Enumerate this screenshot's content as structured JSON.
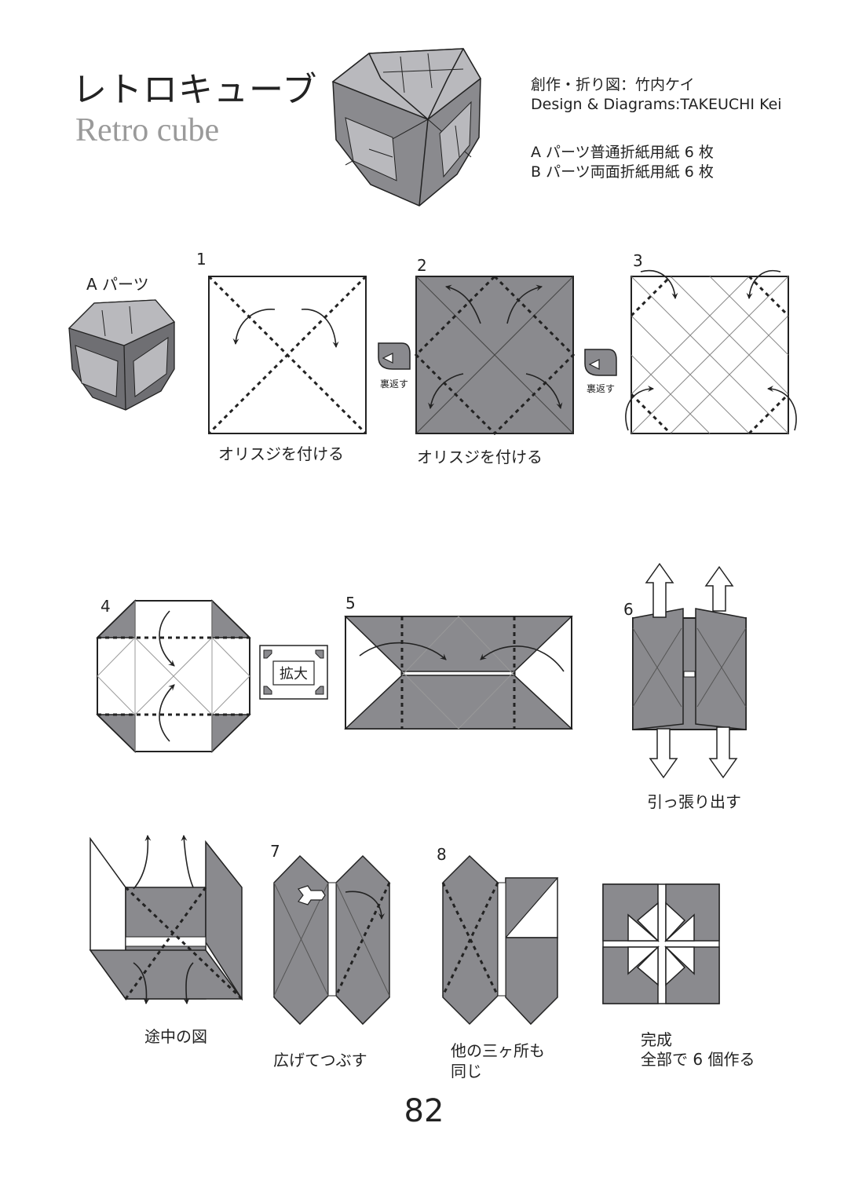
{
  "header": {
    "title_jp": "レトロキューブ",
    "title_en": "Retro cube",
    "credit_jp": "創作・折り図：竹内ケイ",
    "credit_en": "Design & Diagrams:TAKEUCHI Kei",
    "parts_a": "A パーツ普通折紙用紙 6 枚",
    "parts_b": "B パーツ両面折紙用紙 6 枚"
  },
  "parts_label": "A パーツ",
  "steps": {
    "s1": "1",
    "s2": "2",
    "s3": "3",
    "s4": "4",
    "s5": "5",
    "s6": "6",
    "s7": "7",
    "s8": "8"
  },
  "captions": {
    "crease1": "オリスジを付ける",
    "crease2": "オリスジを付ける",
    "pull_out": "引っ張り出す",
    "in_progress": "途中の図",
    "spread_squash": "広げてつぶす",
    "other_three_line1": "他の三ヶ所も",
    "other_three_line2": "同じ",
    "done_line1": "完成",
    "done_line2": "全部で 6 個作る"
  },
  "symbols": {
    "turn_over_1": "裏返す",
    "turn_over_2": "裏返す",
    "enlarge": "拡大"
  },
  "page_number": "82",
  "colors": {
    "paper_gray": "#8a8a8e",
    "outline": "#222222",
    "title_gray": "#9a9a9a"
  }
}
